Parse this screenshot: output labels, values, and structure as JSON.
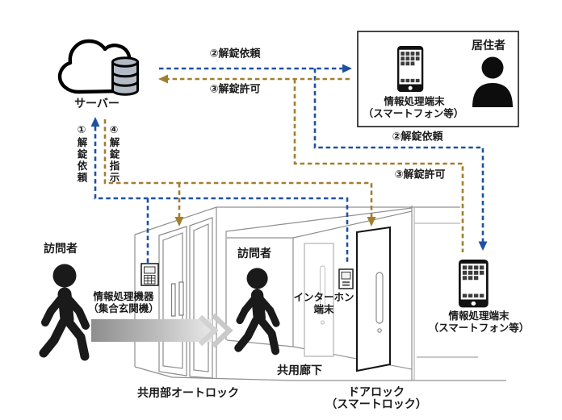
{
  "diagram_type": "smart-lock unlock sequence diagram (apartment building)",
  "colors": {
    "request_blue": "#1e51a2",
    "grant_brown": "#a27f2e",
    "database_fill": "#b3bcc6",
    "building_line": "#909090",
    "walk_arrow_dark": "#8e8e8e",
    "walk_arrow_light": "#e8e8e8",
    "ink": "#1a1a1a"
  },
  "nodes": {
    "server": {
      "label": "サーバー"
    },
    "resident_box": {
      "terminal_label_line1": "情報処理端末",
      "terminal_label_line2": "（スマートフォン等）",
      "resident_label": "居住者"
    },
    "visitor_entrance": {
      "label": "訪問者"
    },
    "visitor_corridor": {
      "label": "訪問者"
    },
    "entrance_machine": {
      "label_line1": "情報処理機器",
      "label_line2": "（集合玄関機）"
    },
    "intercom": {
      "label_line1": "インターホン",
      "label_line2": "端末"
    },
    "smartphone_right": {
      "label_line1": "情報処理端末",
      "label_line2": "（スマートフォン等）"
    },
    "autolock": {
      "label": "共用部オートロック"
    },
    "corridor": {
      "label": "共用廊下"
    },
    "doorlock": {
      "label_line1": "ドアロック",
      "label_line2": "（スマートロック）"
    }
  },
  "flows": {
    "f1": {
      "label": "①解錠依頼",
      "color_role": "request_blue",
      "direction": "up to server"
    },
    "f2": {
      "label": "②解錠依頼",
      "color_role": "request_blue",
      "direction": "server to resident terminals"
    },
    "f3": {
      "label": "③解錠許可",
      "color_role": "grant_brown",
      "direction": "resident terminals to server"
    },
    "f4": {
      "label": "④解錠指示",
      "color_role": "grant_brown",
      "direction": "server down to locks"
    }
  }
}
